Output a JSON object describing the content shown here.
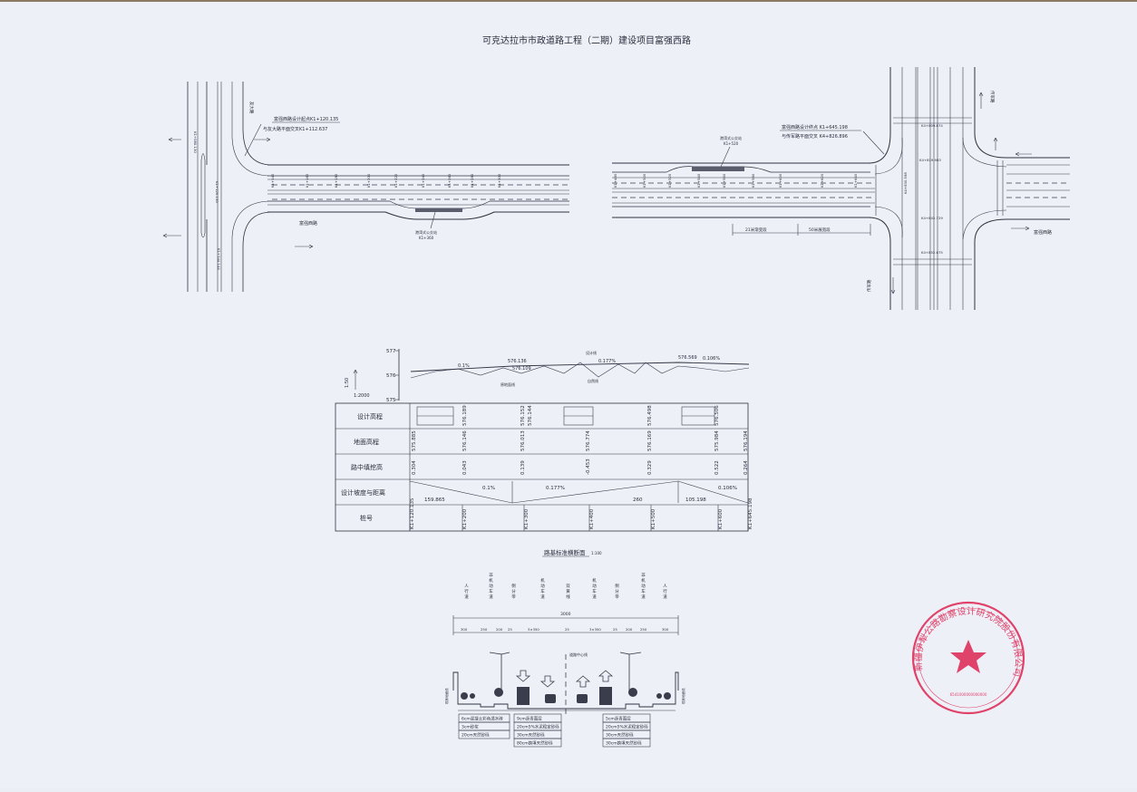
{
  "sheet": {
    "title": "可克达拉市市政道路工程（二期）建设项目富强西路"
  },
  "plan_left": {
    "cross_road_label": "友大路",
    "road_label": "富强西路",
    "start_note_1": "富强西路设计起点K1+120.135",
    "start_note_2": "与友大路平面交叉K1+112.637",
    "bus_stop_label": "港湾式公交站",
    "bus_stop_station": "K1+360",
    "stations": [
      "K1+080.130",
      "K1+120.135",
      "K1+144.144",
      "K1+140",
      "K1+160",
      "K1+180",
      "K1+200",
      "K1+220",
      "K1+240",
      "K1+260",
      "K1+280",
      "K1+300"
    ]
  },
  "plan_right": {
    "cross_road_label": "传军路",
    "cross_road_label_2": "传军路",
    "road_label": "富强西路",
    "end_note_1": "富强西路设计终点 K1+645.198",
    "end_note_2": "与传军路平面交叉 K4+826.896",
    "bus_stop_label": "港湾式公交站",
    "bus_stop_station": "K1+520",
    "dim_1": "21米渐变段",
    "dim_2": "50米展宽段",
    "stations": [
      "K1+480",
      "K1+500",
      "K1+520",
      "K1+540",
      "K1+560",
      "K1+580",
      "K1+600",
      "K1+620",
      "K1+640",
      "K4+809.874",
      "K4+819.983",
      "K4+830.598",
      "K4+842.729",
      "K4+852.675"
    ]
  },
  "profile": {
    "scale_v": "1:50",
    "scale_h": "1:2000",
    "axis": [
      "577",
      "576",
      "575"
    ],
    "annotations": {
      "grade_1": "0.1%",
      "grade_2": "0.177%",
      "grade_3": "0.106%",
      "elev_1": "576.136",
      "elev_2": "576.109",
      "elev_3": "576.569",
      "design_line": "设计线",
      "ground_line_1": "原地面线",
      "ground_line_2": "自然线"
    },
    "row_labels": [
      "设计高程",
      "地面高程",
      "路中填挖高",
      "设计坡度与距离",
      "桩号"
    ],
    "design_elev": [
      "576.189",
      "576.152",
      "576.144",
      "576.498",
      "576.506"
    ],
    "ground_elev": [
      "575.885",
      "576.146",
      "576.013",
      "576.774",
      "576.169",
      "575.984",
      "576.194"
    ],
    "fill_cut": [
      "0.304",
      "0.043",
      "0.139",
      "-0.453",
      "0.329",
      "0.522",
      "0.264"
    ],
    "grades": [
      "0.1%",
      "0.177%",
      "0.106%"
    ],
    "distances": [
      "159.865",
      "260",
      "105.198"
    ],
    "stakes": [
      "K1+120.135",
      "K1+200",
      "K1+300",
      "K1+400",
      "K1+500",
      "K1+600",
      "K1+645.198"
    ]
  },
  "cross_section": {
    "title": "路基标准横断面",
    "scale": "1:100",
    "lanes": [
      "人行道",
      "非机动车道",
      "侧分带",
      "机动车道",
      "双黄线",
      "机动车道",
      "侧分带",
      "非机动车道",
      "人行道"
    ],
    "total_width": "3000",
    "widths": [
      "300",
      "250",
      "200",
      "25",
      "3×350",
      "25",
      "3×350",
      "25",
      "200",
      "250",
      "300"
    ],
    "centerline_label": "道路中心线",
    "left_edge_label": "现状地面线",
    "right_edge_label": "现状地面线",
    "layers_sidewalk": [
      "6cm混凝土彩色透水砖",
      "3cm砂浆",
      "20cm天然砂砾"
    ],
    "layers_carriageway": [
      "9cm沥青面层",
      "20cm5%水泥稳定砂砾",
      "30cm天然砂砾",
      "80cm换填天然砂砾"
    ],
    "layers_bike": [
      "5cm沥青面层",
      "20cm5%水泥稳定砂砾",
      "30cm天然砂砾",
      "30cm换填天然砂砾"
    ]
  },
  "stamp": {
    "text": "新疆伊犁公路勘察设计研究院股份有限公司",
    "code": "6541000000000000"
  },
  "colors": {
    "ink": "#2f3340",
    "paper": "#eef0f8",
    "stamp": "#e0436a",
    "frame": "#8c7a62"
  }
}
